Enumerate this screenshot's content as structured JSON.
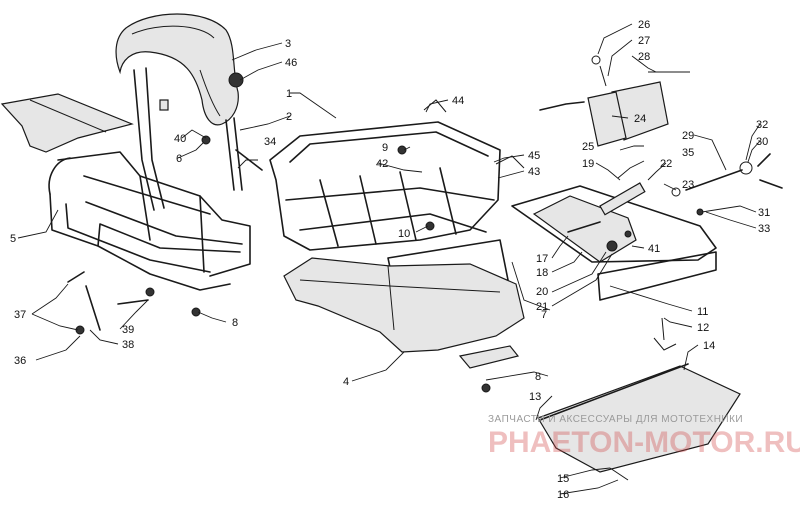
{
  "callouts": [
    {
      "id": "c1",
      "label": "1"
    },
    {
      "id": "c2",
      "label": "2"
    },
    {
      "id": "c3",
      "label": "3"
    },
    {
      "id": "c4",
      "label": "4"
    },
    {
      "id": "c5",
      "label": "5"
    },
    {
      "id": "c6",
      "label": "6"
    },
    {
      "id": "c7",
      "label": "7"
    },
    {
      "id": "c8a",
      "label": "8"
    },
    {
      "id": "c8b",
      "label": "8"
    },
    {
      "id": "c9",
      "label": "9"
    },
    {
      "id": "c10",
      "label": "10"
    },
    {
      "id": "c11",
      "label": "11"
    },
    {
      "id": "c12",
      "label": "12"
    },
    {
      "id": "c13",
      "label": "13"
    },
    {
      "id": "c14",
      "label": "14"
    },
    {
      "id": "c15",
      "label": "15"
    },
    {
      "id": "c16",
      "label": "16"
    },
    {
      "id": "c17",
      "label": "17"
    },
    {
      "id": "c18",
      "label": "18"
    },
    {
      "id": "c19",
      "label": "19"
    },
    {
      "id": "c20",
      "label": "20"
    },
    {
      "id": "c21",
      "label": "21"
    },
    {
      "id": "c22",
      "label": "22"
    },
    {
      "id": "c23",
      "label": "23"
    },
    {
      "id": "c24",
      "label": "24"
    },
    {
      "id": "c25",
      "label": "25"
    },
    {
      "id": "c26",
      "label": "26"
    },
    {
      "id": "c27",
      "label": "27"
    },
    {
      "id": "c28",
      "label": "28"
    },
    {
      "id": "c29",
      "label": "29"
    },
    {
      "id": "c30",
      "label": "30"
    },
    {
      "id": "c31",
      "label": "31"
    },
    {
      "id": "c32",
      "label": "32"
    },
    {
      "id": "c33",
      "label": "33"
    },
    {
      "id": "c34",
      "label": "34"
    },
    {
      "id": "c35",
      "label": "35"
    },
    {
      "id": "c36",
      "label": "36"
    },
    {
      "id": "c37",
      "label": "37"
    },
    {
      "id": "c38",
      "label": "38"
    },
    {
      "id": "c39",
      "label": "39"
    },
    {
      "id": "c40",
      "label": "40"
    },
    {
      "id": "c41",
      "label": "41"
    },
    {
      "id": "c42",
      "label": "42"
    },
    {
      "id": "c43",
      "label": "43"
    },
    {
      "id": "c44",
      "label": "44"
    },
    {
      "id": "c45",
      "label": "45"
    },
    {
      "id": "c46",
      "label": "46"
    }
  ],
  "watermark": {
    "line1": "ЗАПЧАСТИ И АКСЕССУАРЫ ДЛЯ МОТОТЕХНИКИ",
    "line2": "PHAETON-MOTOR.RU"
  },
  "colors": {
    "line": "#1a1a1a",
    "watermark_red": "#d24a4a",
    "watermark_gray": "#9a9a9a"
  }
}
